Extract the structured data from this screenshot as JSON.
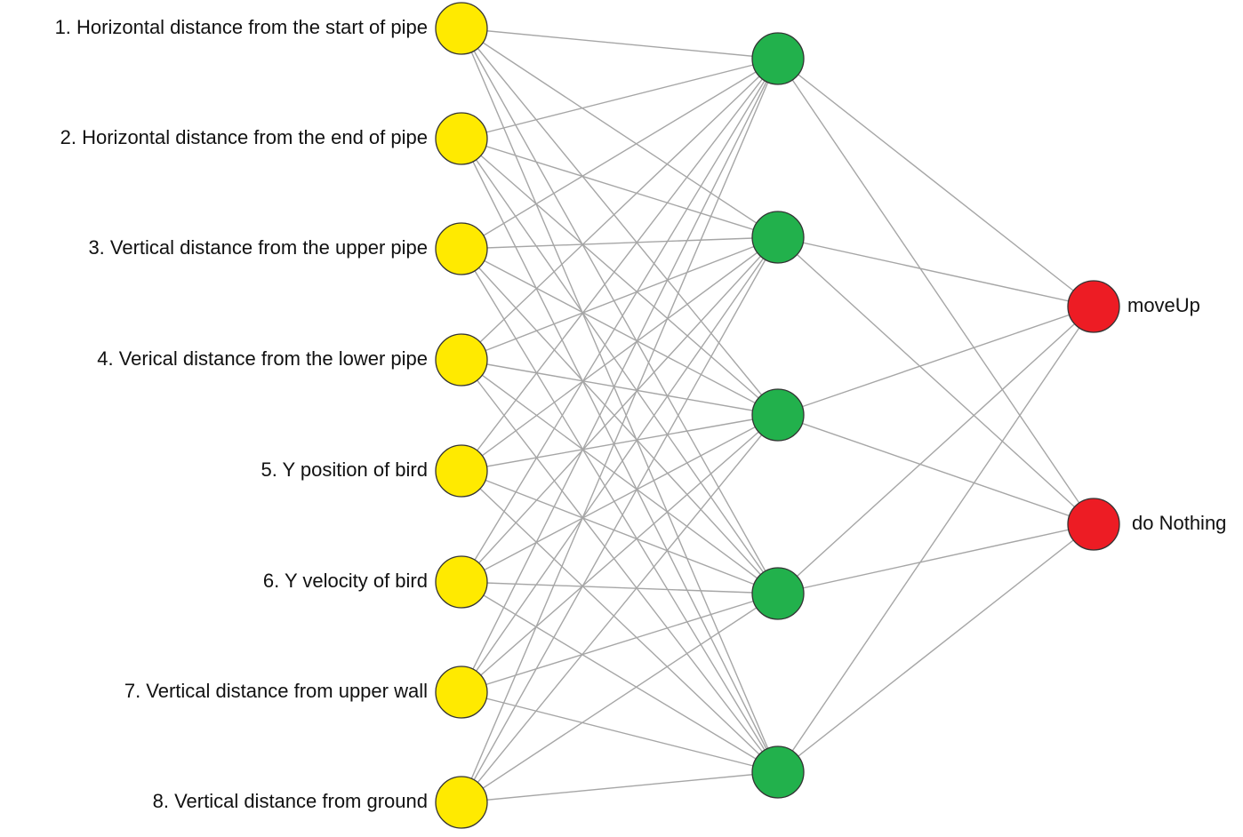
{
  "colors": {
    "input": "#ffea00",
    "hidden": "#22b14c",
    "output": "#ed1c24",
    "edge": "#a6a6a6",
    "stroke": "#333333"
  },
  "input_layer": {
    "nodes": [
      {
        "label": "1. Horizontal distance from the start of pipe"
      },
      {
        "label": "2. Horizontal distance from the end of pipe"
      },
      {
        "label": "3. Vertical distance from the upper pipe"
      },
      {
        "label": "4. Verical distance from the lower pipe"
      },
      {
        "label": "5. Y position of bird"
      },
      {
        "label": "6. Y velocity of bird"
      },
      {
        "label": "7. Vertical distance from upper wall"
      },
      {
        "label": "8. Vertical distance from ground"
      }
    ]
  },
  "hidden_layer": {
    "node_count": 5
  },
  "output_layer": {
    "nodes": [
      {
        "label": "moveUp"
      },
      {
        "label": "do Nothing"
      }
    ]
  }
}
